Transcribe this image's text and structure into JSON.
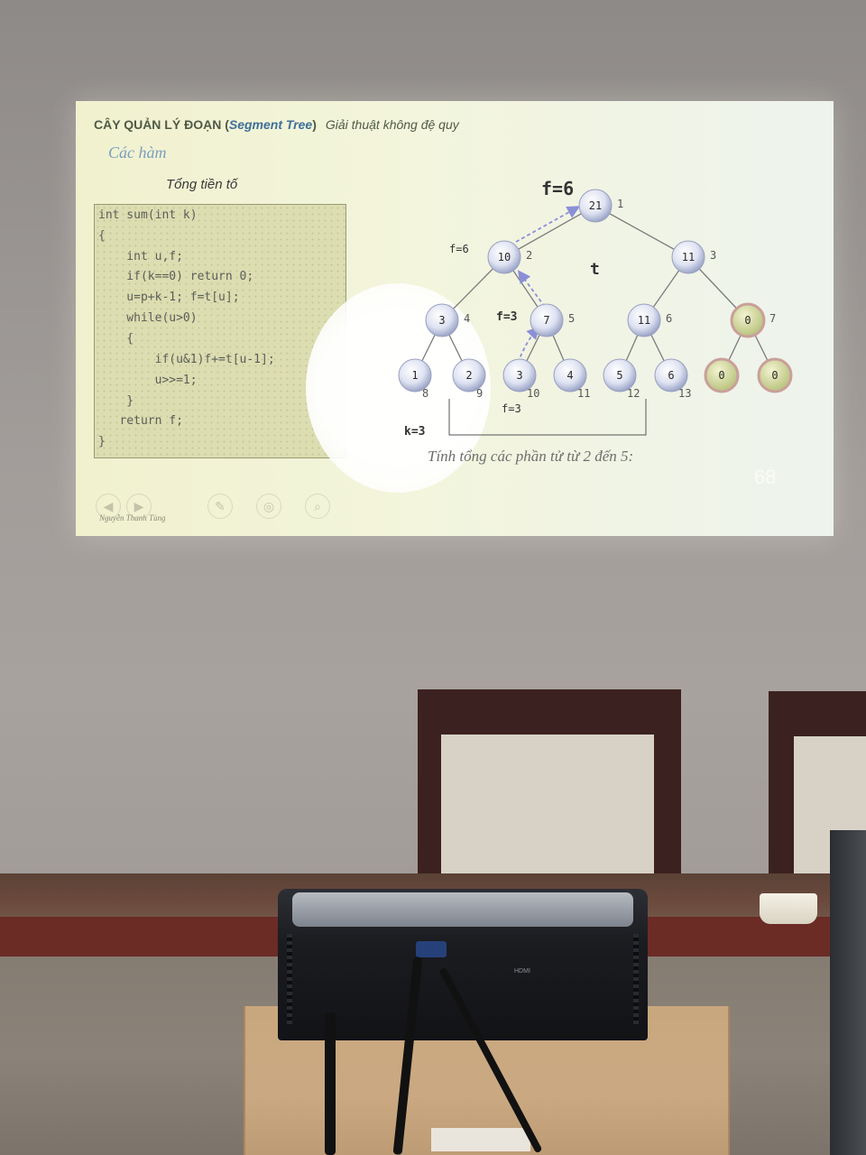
{
  "slide": {
    "title_prefix": "CÂY QUẢN LÝ ĐOẠN (",
    "title_em": "Segment Tree",
    "title_suffix": ")",
    "subtitle": "Giải thuật không đệ quy",
    "section": "Các hàm",
    "code_caption": "Tổng tiền tố",
    "code_lines": [
      "int sum(int k)",
      "{",
      "    int u,f;",
      "    if(k==0) return 0;",
      "    u=p+k-1; f=t[u];",
      "    while(u>0)",
      "    {",
      "        if(u&1)f+=t[u-1];",
      "        u>>=1;",
      "    }",
      "   return f;",
      "}"
    ],
    "caption": "Tính tổng các phần tử từ 2 đến 5:",
    "page_number": "68",
    "author": "Nguyễn Thanh Tùng",
    "controls": [
      "back-icon",
      "forward-icon",
      "pen-icon",
      "zoom-icon",
      "search-icon"
    ]
  },
  "tree": {
    "top_label": "f=6",
    "array_name": "t",
    "nodes": [
      {
        "value": "21",
        "index": "1"
      },
      {
        "value": "10",
        "index": "2"
      },
      {
        "value": "11",
        "index": "3"
      },
      {
        "value": "3",
        "index": "4"
      },
      {
        "value": "7",
        "index": "5"
      },
      {
        "value": "11",
        "index": "6"
      },
      {
        "value": "0",
        "index": "7"
      },
      {
        "value": "1",
        "index": "8"
      },
      {
        "value": "2",
        "index": "9"
      },
      {
        "value": "3",
        "index": "10"
      },
      {
        "value": "4",
        "index": "11"
      },
      {
        "value": "5",
        "index": "12"
      },
      {
        "value": "6",
        "index": "13"
      },
      {
        "value": "0",
        "index": ""
      },
      {
        "value": "0",
        "index": ""
      }
    ],
    "annotations": [
      "f=6",
      "f=3",
      "f=3",
      "k=3"
    ]
  },
  "colors": {
    "node_fill": "#e4e6f3",
    "node_padding_fill": "#cfd79c",
    "node_padding_ring": "#c9a09a",
    "arrow": "#8a8fd8",
    "chair_wood": "#3b2220"
  }
}
